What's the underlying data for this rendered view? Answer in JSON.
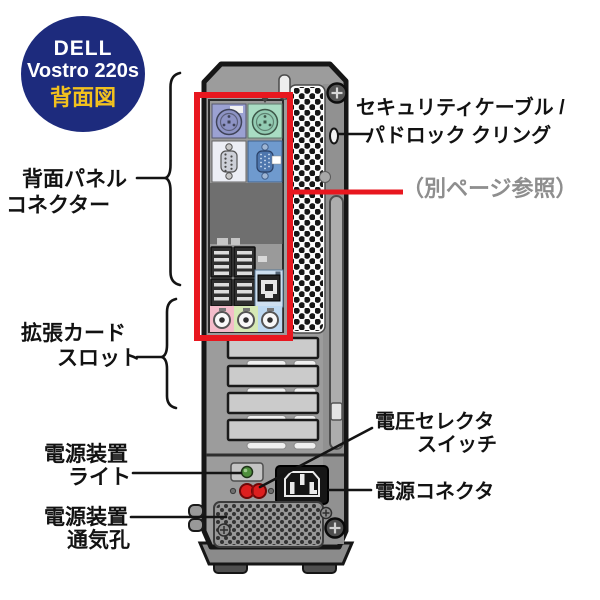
{
  "badge": {
    "brand": "DELL",
    "model": "Vostro 220s",
    "view_label": "背面図"
  },
  "annotations": {
    "security": {
      "line1": "セキュリティケーブル /",
      "line2": "パドロック クリング"
    },
    "see_other_page": "（別ページ参照）",
    "back_panel": {
      "line1": "背面パネル",
      "line2": "コネクター"
    },
    "expansion_slots": {
      "line1": "拡張カード",
      "line2": "スロット"
    },
    "psu_light": {
      "line1": "電源装置",
      "line2": "ライト"
    },
    "psu_vents": {
      "line1": "電源装置",
      "line2": "通気孔"
    },
    "voltage_selector": {
      "line1": "電圧セレクタ",
      "line2": "スイッチ"
    },
    "power_connector": "電源コネクタ"
  },
  "colors": {
    "badge_bg": "#1d2b7d",
    "badge_accent": "#f2c11e",
    "highlight_red": "#e8171f",
    "note_gray": "#8e8e8e"
  },
  "diagram_parts": [
    "ps2-keyboard-port",
    "ps2-mouse-port",
    "serial-port",
    "vga-port",
    "usb-ports",
    "ethernet-port",
    "audio-jacks",
    "padlock-ring",
    "security-thumbscrew",
    "back-panel-vents",
    "expansion-slot-covers",
    "psu-light",
    "voltage-selector-switch",
    "power-connector",
    "psu-vents",
    "chassis-feet"
  ]
}
